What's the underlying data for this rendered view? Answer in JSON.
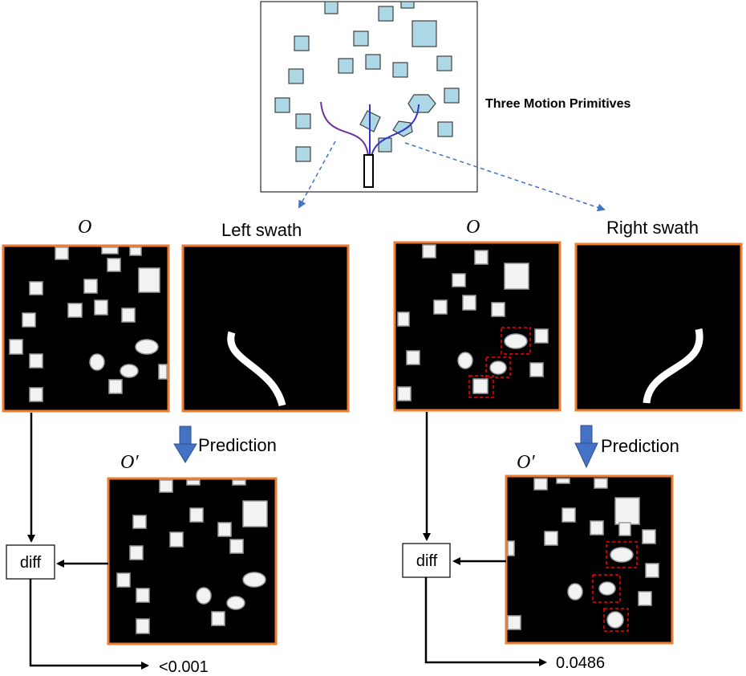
{
  "top_panel": {
    "title": "Three Motion Primitives"
  },
  "left": {
    "obs_label": "O",
    "swath_label": "Left swath",
    "prediction_label": "Prediction",
    "pred_obs_label": "O′",
    "diff_label": "diff",
    "result": "<0.001"
  },
  "right": {
    "obs_label": "O",
    "swath_label": "Right swath",
    "prediction_label": "Prediction",
    "pred_obs_label": "O′",
    "diff_label": "diff",
    "result": "0.0486"
  },
  "colors": {
    "frame_border": "#ed7d31",
    "arrow_blue": "#4472c4",
    "obstacle_fill": "#add8e6",
    "highlight_red": "#ff0000",
    "path_purple": "#7030a0",
    "path_blue": "#3333cc"
  }
}
